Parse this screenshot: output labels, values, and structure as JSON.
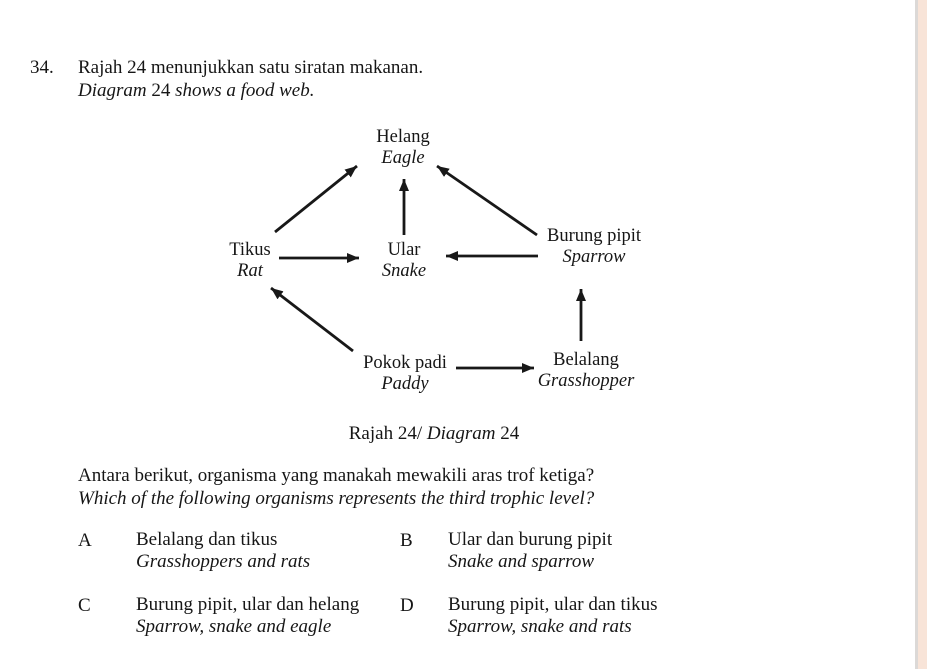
{
  "colors": {
    "paper": "#ffffff",
    "text": "#161616",
    "edge_divider": "#dcd9d7",
    "edge_strip": "#f8e4d8"
  },
  "header": {
    "number": "34.",
    "intro_ms": "Rajah 24 menunjukkan satu siratan makanan.",
    "intro_en": {
      "italic_lead": "Diagram",
      "upright_num": "24",
      "italic_rest": "shows a food web."
    }
  },
  "diagram": {
    "caption": {
      "prefix": "Rajah 24/",
      "italic": "Diagram",
      "number": "24"
    },
    "nodes": [
      {
        "id": "eagle",
        "label_ms": "Helang",
        "label_en": "Eagle"
      },
      {
        "id": "rat",
        "label_ms": "Tikus",
        "label_en": "Rat"
      },
      {
        "id": "snake",
        "label_ms": "Ular",
        "label_en": "Snake"
      },
      {
        "id": "sparrow",
        "label_ms": "Burung pipit",
        "label_en": "Sparrow"
      },
      {
        "id": "paddy",
        "label_ms": "Pokok padi",
        "label_en": "Paddy"
      },
      {
        "id": "grasshopper",
        "label_ms": "Belalang",
        "label_en": "Grasshopper"
      }
    ],
    "arrows": [
      {
        "from": "rat",
        "to": "eagle"
      },
      {
        "from": "snake",
        "to": "eagle"
      },
      {
        "from": "sparrow",
        "to": "eagle"
      },
      {
        "from": "rat",
        "to": "snake"
      },
      {
        "from": "sparrow",
        "to": "snake"
      },
      {
        "from": "paddy",
        "to": "rat"
      },
      {
        "from": "paddy",
        "to": "grasshopper"
      },
      {
        "from": "grasshopper",
        "to": "sparrow"
      }
    ]
  },
  "question": {
    "prompt_ms": "Antara berikut, organisma yang manakah mewakili aras trof ketiga?",
    "prompt_en": "Which of the following organisms represents the third trophic level?"
  },
  "options": [
    {
      "letter": "A",
      "text_ms": "Belalang dan tikus",
      "text_en": "Grasshoppers and rats"
    },
    {
      "letter": "B",
      "text_ms": "Ular dan burung pipit",
      "text_en": "Snake and sparrow"
    },
    {
      "letter": "C",
      "text_ms": "Burung pipit, ular dan helang",
      "text_en": "Sparrow, snake and eagle"
    },
    {
      "letter": "D",
      "text_ms": "Burung pipit, ular dan tikus",
      "text_en": "Sparrow, snake and rats"
    }
  ]
}
